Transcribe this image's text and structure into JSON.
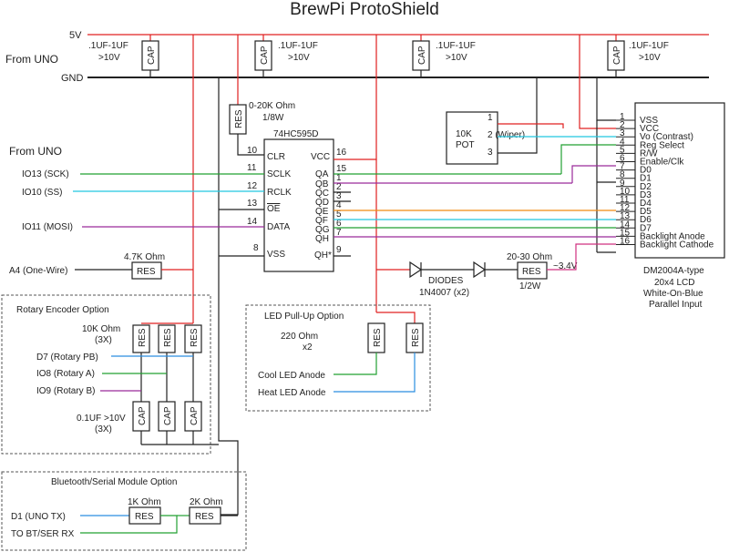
{
  "title": "BrewPi ProtoShield",
  "rails": {
    "v5": "5V",
    "gnd": "GND",
    "from_uno_top": "From UNO",
    "from_uno_mid": "From UNO"
  },
  "caps_top": {
    "value": ".1UF-1UF",
    "voltage": ">10V",
    "label": "CAP"
  },
  "res_label": "RES",
  "cap_label": "CAP",
  "pot_res": {
    "value": "0-20K Ohm",
    "power": "1/8W"
  },
  "ic": {
    "name": "74HC595D",
    "left_pins": [
      {
        "label": "CLR",
        "num": "10"
      },
      {
        "label": "SCLK",
        "num": "11"
      },
      {
        "label": "RCLK",
        "num": "12"
      },
      {
        "label": "OE",
        "num": "13"
      },
      {
        "label": "DATA",
        "num": "14"
      },
      {
        "label": "VSS",
        "num": "8"
      }
    ],
    "vcc": {
      "label": "VCC",
      "num": "16"
    },
    "right_pins": [
      {
        "label": "QA",
        "num": "15"
      },
      {
        "label": "QB",
        "num": "1"
      },
      {
        "label": "QC",
        "num": "2"
      },
      {
        "label": "QD",
        "num": "3"
      },
      {
        "label": "QE",
        "num": "4"
      },
      {
        "label": "QF",
        "num": "5"
      },
      {
        "label": "QG",
        "num": "6"
      },
      {
        "label": "QH",
        "num": "7"
      }
    ],
    "qh_star": {
      "label": "QH*",
      "num": "9"
    }
  },
  "io_labels": [
    "IO13 (SCK)",
    "IO10 (SS)",
    "IO11 (MOSI)",
    "A4 (One-Wire)"
  ],
  "onewire_res": "4.7K Ohm",
  "pot": {
    "line1": "10K",
    "line2": "POT",
    "pins": [
      "1",
      "2 (Wiper)",
      "3"
    ]
  },
  "lcd": {
    "pins": [
      {
        "num": "1",
        "label": "VSS"
      },
      {
        "num": "2",
        "label": "VCC"
      },
      {
        "num": "3",
        "label": "Vo (Contrast)"
      },
      {
        "num": "4",
        "label": "Reg Select"
      },
      {
        "num": "5",
        "label": "R/W"
      },
      {
        "num": "6",
        "label": "Enable/Clk"
      },
      {
        "num": "7",
        "label": "D0"
      },
      {
        "num": "8",
        "label": "D1"
      },
      {
        "num": "9",
        "label": "D2"
      },
      {
        "num": "10",
        "label": "D3"
      },
      {
        "num": "11",
        "label": "D4"
      },
      {
        "num": "12",
        "label": "D5"
      },
      {
        "num": "13",
        "label": "D6"
      },
      {
        "num": "14",
        "label": "D7"
      },
      {
        "num": "15",
        "label": "Backlight Anode"
      },
      {
        "num": "16",
        "label": "Backlight Cathode"
      }
    ],
    "caption": [
      "DM2004A-type",
      "20x4 LCD",
      "White-On-Blue",
      "Parallel Input"
    ]
  },
  "diodes": {
    "label": "DIODES",
    "part": "1N4007 (x2)"
  },
  "backlight_res": {
    "value": "20-30 Ohm",
    "power": "1/2W",
    "voltage": "~3.4V"
  },
  "rotary": {
    "title": "Rotary Encoder Option",
    "res_value": "10K Ohm",
    "res_qty": "(3X)",
    "cap_value": "0.1UF >10V",
    "cap_qty": "(3X)",
    "inputs": [
      "D7 (Rotary PB)",
      "IO8 (Rotary A)",
      "IO9 (Rotary B)"
    ]
  },
  "led": {
    "title": "LED Pull-Up Option",
    "res_value": "220 Ohm",
    "res_qty": "x2",
    "inputs": [
      "Cool LED Anode",
      "Heat LED Anode"
    ]
  },
  "bt": {
    "title": "Bluetooth/Serial Module Option",
    "r1": "1K Ohm",
    "r2": "2K Ohm",
    "inputs": [
      "D1 (UNO TX)",
      "TO BT/SER RX"
    ]
  }
}
